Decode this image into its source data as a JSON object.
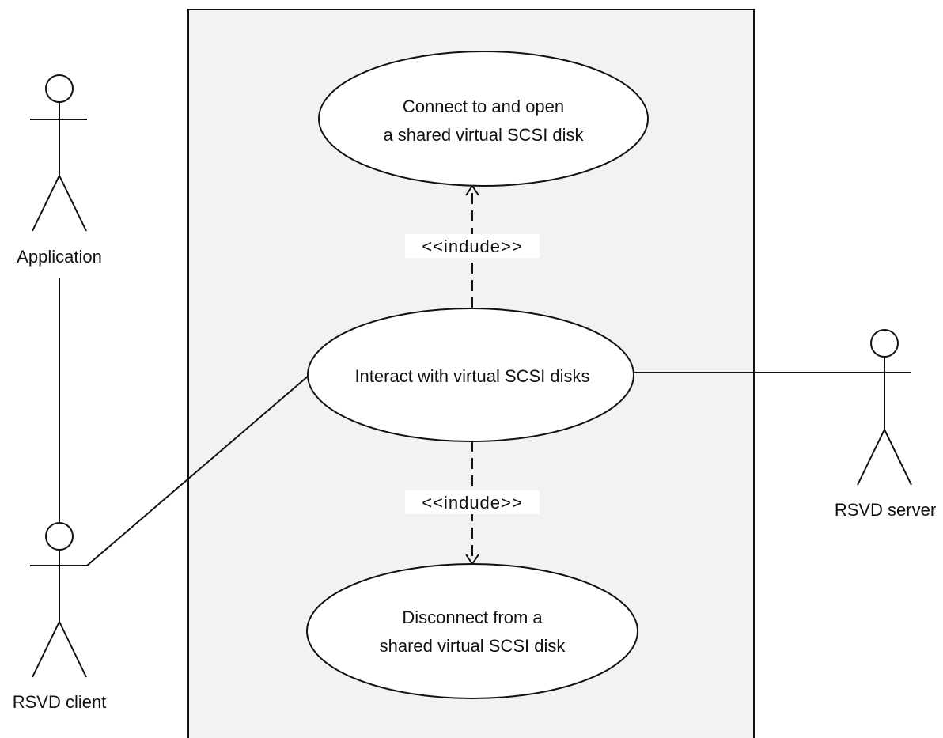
{
  "colors": {
    "system_boundary_fill": "#f2f2f2",
    "stroke": "#111111",
    "use_case_fill": "#ffffff"
  },
  "actors": {
    "application": {
      "label": "Application"
    },
    "rsvd_client": {
      "label": "RSVD client"
    },
    "rsvd_server": {
      "label": "RSVD server"
    }
  },
  "use_cases": {
    "connect": {
      "lines": [
        "Connect to and open",
        "a shared virtual SCSI disk"
      ]
    },
    "interact": {
      "lines": [
        "Interact with virtual SCSI disks"
      ]
    },
    "disconnect": {
      "lines": [
        "Disconnect from a",
        "shared virtual SCSI disk"
      ]
    }
  },
  "relationships": {
    "include_connect": {
      "label": "<<indude>>"
    },
    "include_disconnect": {
      "label": "<<indude>>"
    }
  }
}
